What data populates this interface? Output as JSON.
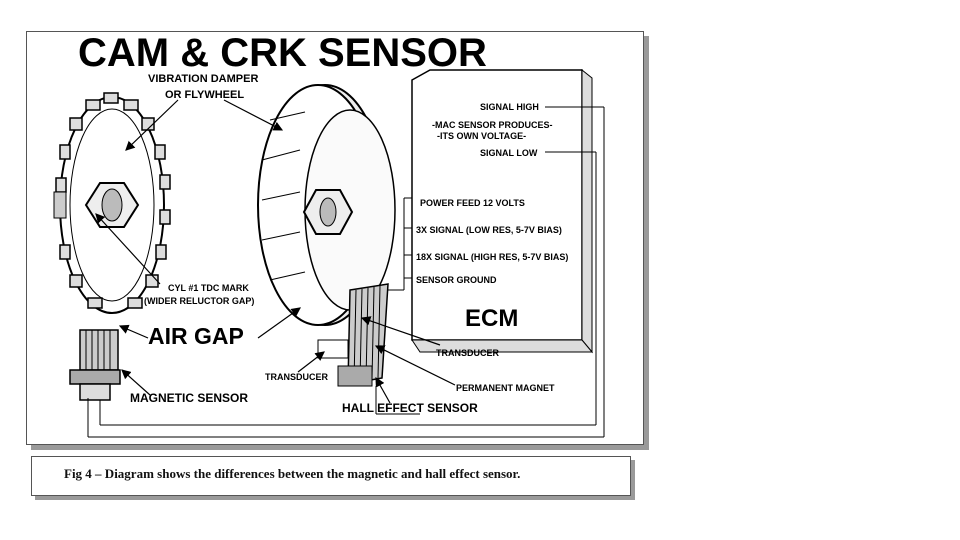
{
  "title": "CAM & CRK SENSOR",
  "labels": {
    "damper_line1": "VIBRATION DAMPER",
    "damper_line2": "OR FLYWHEEL",
    "tdc_line1": "CYL #1 TDC MARK",
    "tdc_line2": "(WIDER RELUCTOR GAP)",
    "air_gap": "AIR GAP",
    "magnetic_sensor": "MAGNETIC SENSOR",
    "transducer_left": "TRANSDUCER",
    "hall_effect_sensor": "HALL EFFECT SENSOR",
    "transducer_right": "TRANSDUCER",
    "permanent_magnet": "PERMANENT MAGNET"
  },
  "ecm": {
    "label": "ECM",
    "signal_high": "SIGNAL HIGH",
    "mac_line1": "-MAC SENSOR PRODUCES-",
    "mac_line2": "-ITS OWN VOLTAGE-",
    "signal_low": "SIGNAL LOW",
    "power_feed": "POWER FEED 12 VOLTS",
    "signal_3x": "3X SIGNAL (LOW RES, 5-7V BIAS)",
    "signal_18x": "18X SIGNAL (HIGH RES, 5-7V BIAS)",
    "sensor_ground": "SENSOR GROUND"
  },
  "caption": "Fig 4 – Diagram shows the differences between the magnetic and hall effect sensor."
}
